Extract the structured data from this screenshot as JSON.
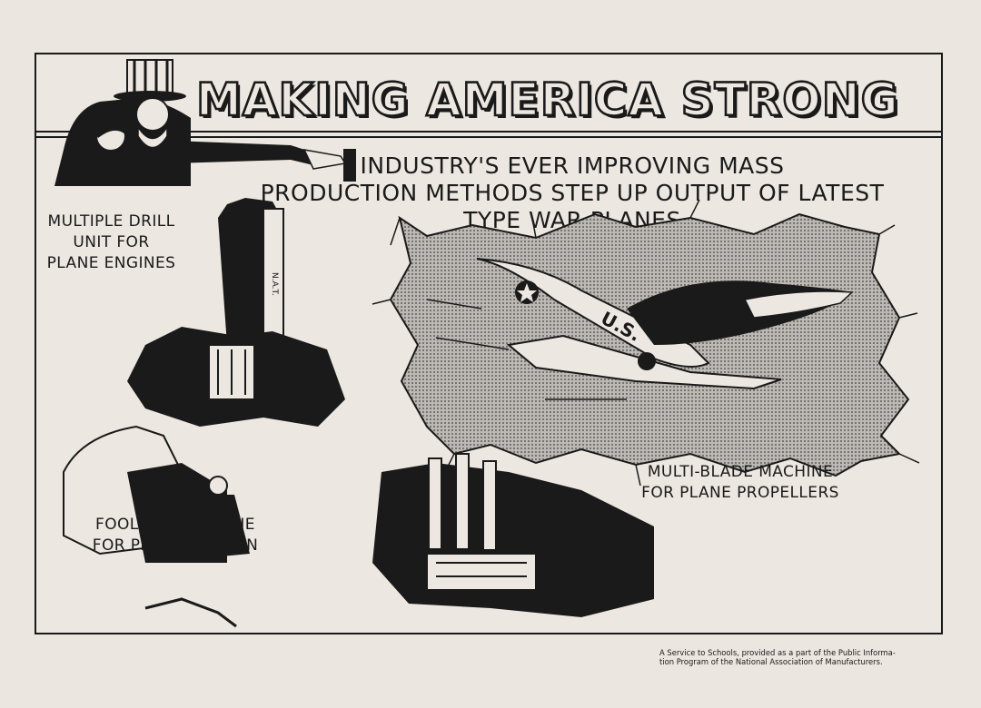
{
  "poster": {
    "title": "MAKING AMERICA STRONG",
    "headline_lines": [
      "INDUSTRY'S EVER IMPROVING MASS",
      "PRODUCTION METHODS STEP UP OUTPUT OF LATEST",
      "TYPE WAR PLANES"
    ],
    "captions": {
      "drill": [
        "MULTIPLE DRILL",
        "UNIT FOR",
        "PLANE ENGINES"
      ],
      "lathe": [
        "FOOL PROOF LATHE",
        "FOR PLANE CANNON"
      ],
      "propeller": [
        "MULTI-BLADE MACHINE",
        "FOR PLANE PROPELLERS"
      ]
    },
    "plane_marking": "U.S.",
    "drill_marking": "N.A.T.",
    "footer_lines": [
      "A Service to Schools, provided as a part of the Public Informa-",
      "tion Program of the National Association of Manufacturers."
    ]
  },
  "colors": {
    "ink": "#1a1a1a",
    "paper": "#ece7e0",
    "halftone": "#a9a6a2"
  },
  "icons": {
    "figure": "uncle-sam-pointing-illustration",
    "plane": "war-plane-illustration",
    "machines": [
      "drill-machine-illustration",
      "lathe-illustration",
      "propeller-machine-illustration"
    ]
  }
}
